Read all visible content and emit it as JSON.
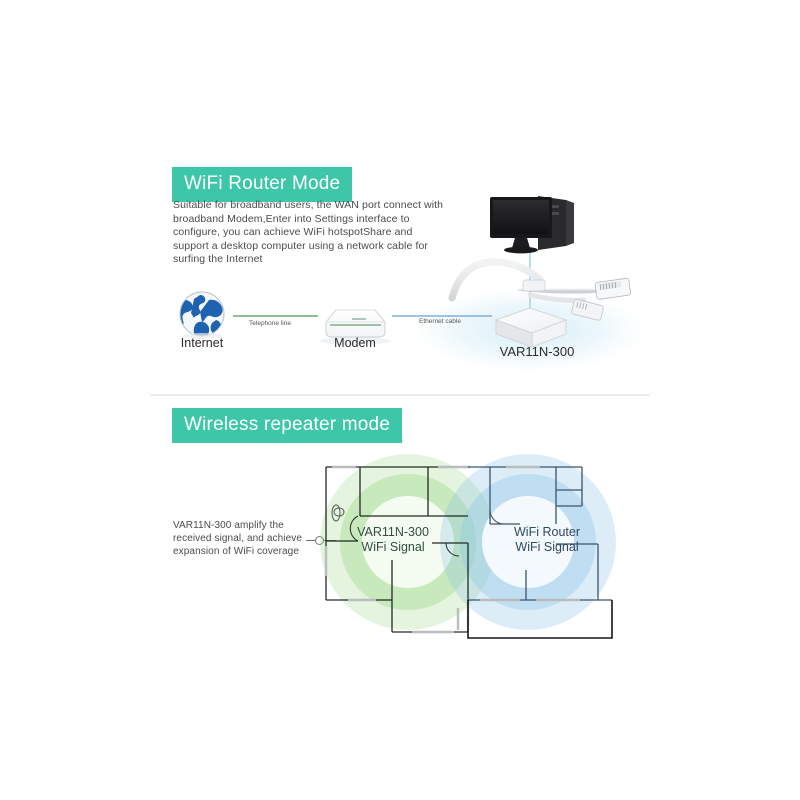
{
  "page": {
    "background": "#ffffff",
    "accent_teal": "#3ec6a8"
  },
  "sections": [
    {
      "id": "wifi-router-mode",
      "banner_label": "WiFi Router Mode",
      "description": "Suitable for broadband users, the WAN port connect with broadband Modem,Enter into Settings interface to configure, you can achieve WiFi hotspotShare and support a desktop computer using a network cable for surfing the Internet",
      "diagram": {
        "nodes": [
          {
            "name": "internet",
            "label": "Internet",
            "icon": "globe-icon"
          },
          {
            "name": "modem",
            "label": "Modem",
            "icon": "modem-device-icon"
          },
          {
            "name": "router",
            "label": "VAR11N-300",
            "icon": "router-device-icon"
          },
          {
            "name": "desktop",
            "label": "",
            "icon": "desktop-computer-icon"
          }
        ],
        "links": [
          {
            "name": "telephone-line",
            "label": "Telephone line",
            "color": "#6aa86f"
          },
          {
            "name": "ethernet-cable",
            "label": "Ethernet cable",
            "color": "#7fb0d8"
          }
        ]
      }
    },
    {
      "id": "wireless-repeater-mode",
      "banner_label": "Wireless repeater mode",
      "description": "VAR11N-300 amplify the received signal, and achieve expansion of WiFi coverage",
      "diagram": {
        "coverage": [
          {
            "name": "var11n-coverage",
            "line1": "VAR11N-300",
            "line2": "WiFi Signal",
            "color": "#86cf6a"
          },
          {
            "name": "wifi-router-coverage",
            "line1": "WiFi Router",
            "line2": "WiFi Signal",
            "color": "#8fc4e8"
          }
        ]
      }
    }
  ]
}
